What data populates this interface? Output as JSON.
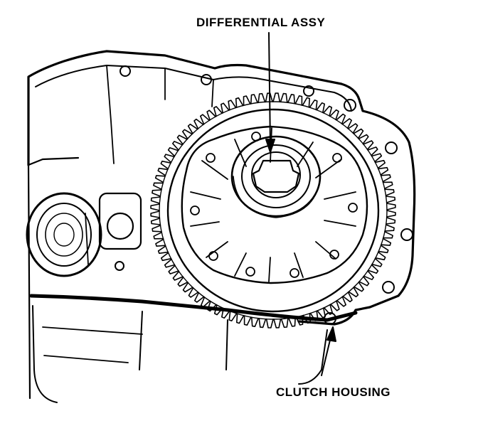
{
  "labels": {
    "differential": "DIFFERENTIAL ASSY",
    "housing": "CLUTCH HOUSING"
  },
  "colors": {
    "ink": "#000000",
    "paper": "#ffffff"
  },
  "gear": {
    "teeth": 96
  }
}
